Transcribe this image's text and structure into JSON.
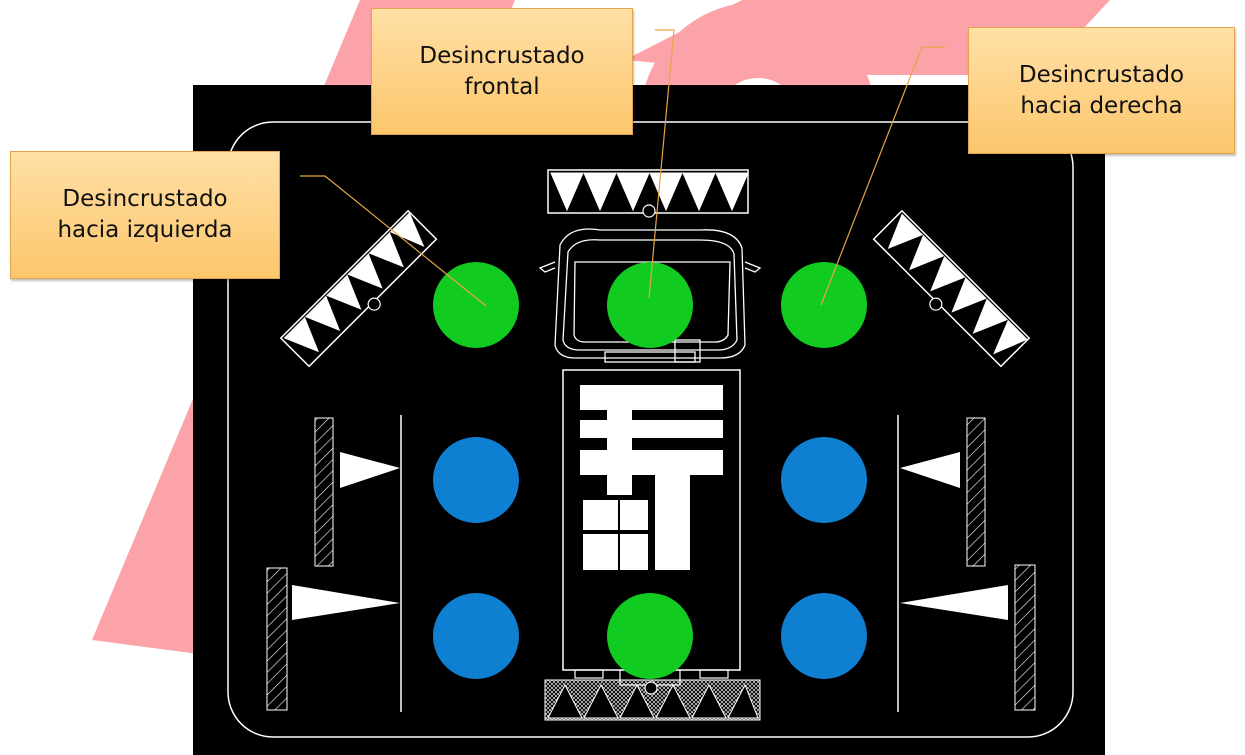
{
  "colors": {
    "watermark": "#fba3a8",
    "panel": "#000000",
    "green_nozzle": "#12cb21",
    "blue_nozzle": "#0f7fd1",
    "outline": "#ffffff",
    "callout_fill": "#fcc66c",
    "leader_line": "#e6a545"
  },
  "callouts": {
    "left": {
      "line1": "Desincrustado",
      "line2": "hacia izquierda"
    },
    "front": {
      "line1": "Desincrustado",
      "line2": "frontal"
    },
    "right": {
      "line1": "Desincrustado",
      "line2": "hacia derecha"
    }
  },
  "nozzles": [
    {
      "name": "nozzle-left-descaling",
      "color": "green"
    },
    {
      "name": "nozzle-front-descaling",
      "color": "green"
    },
    {
      "name": "nozzle-right-descaling",
      "color": "green"
    },
    {
      "name": "nozzle-left-upper",
      "color": "blue"
    },
    {
      "name": "nozzle-right-upper",
      "color": "blue"
    },
    {
      "name": "nozzle-left-lower",
      "color": "blue"
    },
    {
      "name": "nozzle-rear-center",
      "color": "green"
    },
    {
      "name": "nozzle-right-lower",
      "color": "blue"
    }
  ]
}
